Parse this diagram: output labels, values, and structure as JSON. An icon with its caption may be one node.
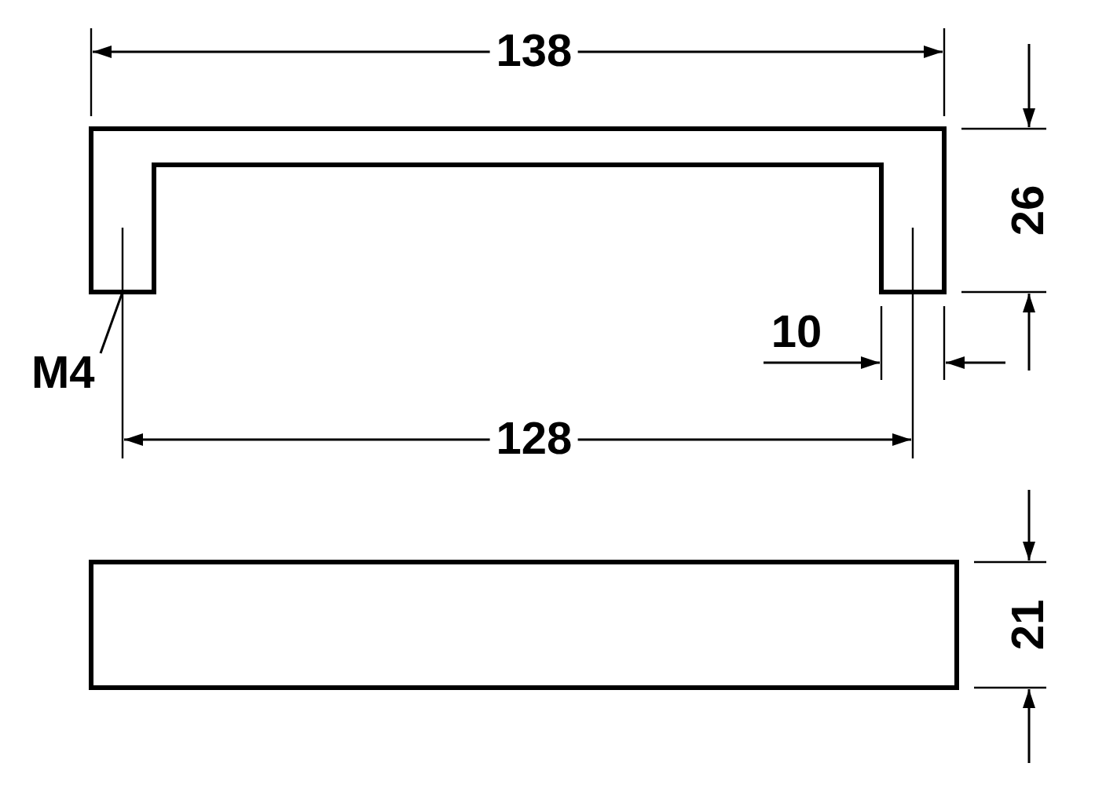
{
  "diagram": {
    "nodes": [
      {
        "text": [
          "M4"
        ]
      },
      {
        "text": [],
        "shape": "picture"
      }
    ],
    "edges": [
      {
        "from": 0,
        "to": 1,
        "arrow": "none"
      }
    ],
    "labels": [
      "138",
      "26",
      "10",
      "128",
      "21"
    ]
  }
}
